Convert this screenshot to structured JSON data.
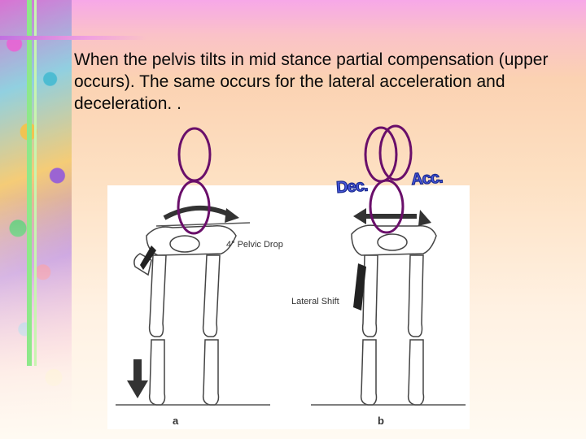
{
  "slide": {
    "text": "When the pelvis tilts in mid stance partial compensation (upper occurs).  The same occurs for the lateral acceleration and deceleration.  ."
  },
  "figure": {
    "pelvic_drop_label": "4° Pelvic Drop",
    "lateral_shift_label": "Lateral Shift",
    "panel_a": "a",
    "panel_b": "b"
  },
  "annotations": {
    "dec_label": "Dec.",
    "acc_label": "Acc."
  },
  "colors": {
    "ellipse": "#6a0f6a",
    "word_fill": "#4a5ae0"
  }
}
